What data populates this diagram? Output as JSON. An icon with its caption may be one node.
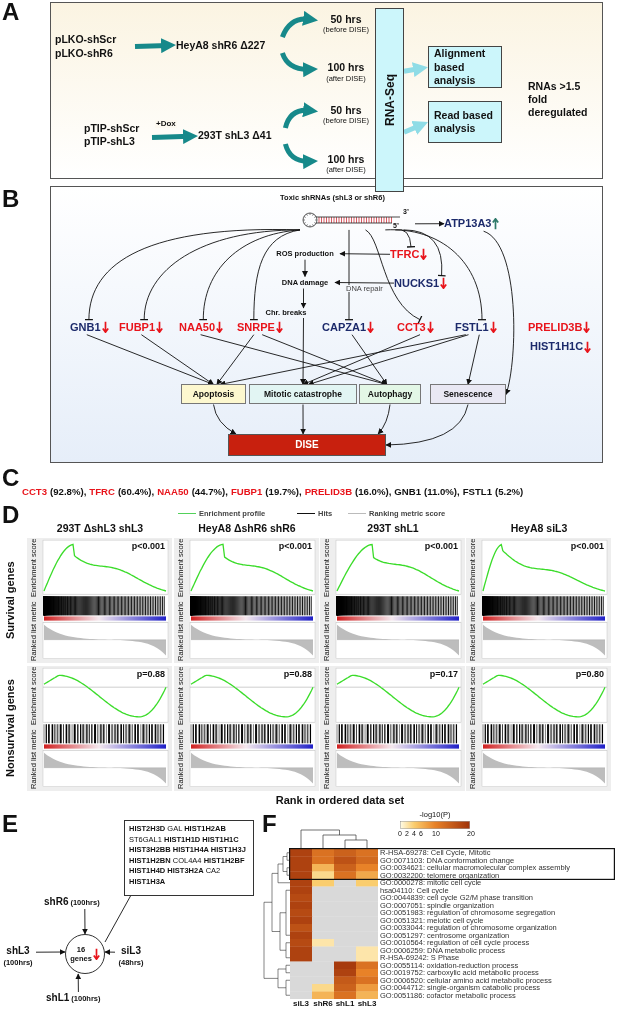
{
  "diagram": {
    "nodes": [
      {
        "text": [],
        "shape": "box"
      },
      {
        "text": [
          "pLKO-shScr pLKO-shR6"
        ],
        "in": 0
      },
      {
        "text": [
          "HeyA8 shR6 Δ227"
        ],
        "in": 0
      },
      {
        "text": [
          "50 hrs"
        ],
        "beside": [
          "(before DISE)"
        ],
        "in": 0
      },
      {
        "text": [
          "100 hrs"
        ],
        "beside": [
          "(after DISE)"
        ],
        "in": 0
      },
      {
        "text": [
          "pTIP-shScr pTIP-shL3"
        ],
        "in": 0
      },
      {
        "text": [
          "293T shL3 Δ41"
        ],
        "in": 0
      },
      {
        "text": [
          "50 hrs"
        ],
        "beside": [
          "(before DISE)"
        ],
        "in": 0
      },
      {
        "text": [
          "100 hrs"
        ],
        "beside": [
          "(after DISE)"
        ],
        "in": 0
      },
      {
        "text": [
          "RNA-Seq"
        ],
        "in": 0
      },
      {
        "text": [
          "Alignment based analysis"
        ],
        "in": 0
      },
      {
        "text": [
          "Read based analysis"
        ],
        "in": 0
      },
      {
        "text": [],
        "shape": "box"
      },
      {
        "text": [
          "Toxic shRNAs (shL3 or shR6)",
          "3’",
          "5’"
        ],
        "in": 12
      },
      {
        "text": [
          "ATP13A3"
        ],
        "in": 12
      },
      {
        "text": [
          "ROS production"
        ],
        "in": 12
      },
      {
        "text": [
          "TFRC"
        ],
        "in": 12
      },
      {
        "text": [
          "DNA damage"
        ],
        "in": 12
      },
      {
        "text": [
          "NUCKS1"
        ],
        "in": 12
      },
      {
        "text": [
          "Chr. breaks"
        ],
        "in": 12
      },
      {
        "text": [
          "GNB1"
        ],
        "in": 12
      },
      {
        "text": [
          "FUBP1"
        ],
        "in": 12
      },
      {
        "text": [
          "NAA50"
        ],
        "in": 12
      },
      {
        "text": [
          "SNRPE"
        ],
        "in": 12
      },
      {
        "text": [
          "CAPZA1"
        ],
        "in": 12
      },
      {
        "text": [
          "CCT3"
        ],
        "in": 12
      },
      {
        "text": [
          "FSTL1"
        ],
        "in": 12
      },
      {
        "text": [
          "PRELID3B"
        ],
        "in": 12
      },
      {
        "text": [
          "HIST1H1C"
        ],
        "in": 12
      },
      {
        "text": [
          "Apoptosis"
        ],
        "in": 12
      },
      {
        "text": [
          "Mitotic catastrophe"
        ],
        "in": 12
      },
      {
        "text": [
          "Autophagy"
        ],
        "in": 12
      },
      {
        "text": [
          "Senescence"
        ],
        "in": 12
      },
      {
        "text": [
          "DISE"
        ],
        "in": 12
      },
      {
        "text": [
          "16 genes"
        ]
      },
      {
        "text": [
          "shR6"
        ],
        "beside": [
          "(100hrs)"
        ]
      },
      {
        "text": [
          "shL3"
        ],
        "beside": [
          "(100hrs)"
        ]
      },
      {
        "text": [
          "siL3"
        ],
        "beside": [
          "(48hrs)"
        ]
      },
      {
        "text": [
          "shL1"
        ],
        "beside": [
          "(100hrs)"
        ]
      },
      {
        "text": [
          "**HIST2H3D** GAL **HIST1H2AB** ST6GAL1 **HIST1H1D HIST1H1C HIST3H2BB HIST1H4A HIST1H3J HIST1H2BN** COL4A4 **HIST1H2BF HIST1H4D HIST3H2A** CA2 **HIST1H3A**"
        ]
      }
    ],
    "edges": [
      {
        "from": 1,
        "to": 2,
        "arrow": "to",
        "style": "thick",
        "color": "#17898a"
      },
      {
        "from": 2,
        "to": 3,
        "arrow": "to",
        "style": "thick",
        "color": "#17898a"
      },
      {
        "from": 2,
        "to": 4,
        "arrow": "to",
        "style": "thick",
        "color": "#17898a"
      },
      {
        "from": 5,
        "to": 6,
        "arrow": "to",
        "style": "thick",
        "color": "#17898a",
        "label": "+Dox"
      },
      {
        "from": 6,
        "to": 7,
        "arrow": "to",
        "style": "thick",
        "color": "#17898a"
      },
      {
        "from": 6,
        "to": 8,
        "arrow": "to",
        "style": "thick",
        "color": "#17898a"
      },
      {
        "from": 9,
        "to": 10,
        "arrow": "to",
        "style": "thick",
        "color": "#8fdce6"
      },
      {
        "from": 9,
        "to": 11,
        "arrow": "to",
        "style": "thick",
        "color": "#8fdce6"
      },
      {
        "from": 13,
        "to": 14,
        "arrow": "to"
      },
      {
        "from": 13,
        "to": 20,
        "arrow": "other"
      },
      {
        "from": 13,
        "to": 21,
        "arrow": "other"
      },
      {
        "from": 13,
        "to": 22,
        "arrow": "other"
      },
      {
        "from": 13,
        "to": 23,
        "arrow": "other"
      },
      {
        "from": 13,
        "to": 24,
        "arrow": "other"
      },
      {
        "from": 13,
        "to": 25,
        "arrow": "other"
      },
      {
        "from": 13,
        "to": 26,
        "arrow": "other"
      },
      {
        "from": 13,
        "to": 16,
        "arrow": "other"
      },
      {
        "from": 13,
        "to": 18,
        "arrow": "other"
      },
      {
        "from": 16,
        "to": 15,
        "arrow": "to"
      },
      {
        "from": 15,
        "to": 17,
        "arrow": "to"
      },
      {
        "from": 18,
        "to": 17,
        "arrow": "to",
        "label": "DNA repair"
      },
      {
        "from": 17,
        "to": 19,
        "arrow": "to"
      },
      {
        "from": 19,
        "to": 30,
        "arrow": "to"
      },
      {
        "from": 20,
        "to": 29,
        "arrow": "to"
      },
      {
        "from": 21,
        "to": 29,
        "arrow": "to"
      },
      {
        "from": 22,
        "to": 31,
        "arrow": "to"
      },
      {
        "from": 23,
        "to": 29,
        "arrow": "to"
      },
      {
        "from": 23,
        "to": 31,
        "arrow": "to"
      },
      {
        "from": 24,
        "to": 31,
        "arrow": "to"
      },
      {
        "from": 25,
        "to": 30,
        "arrow": "to"
      },
      {
        "from": 26,
        "to": 29,
        "arrow": "to"
      },
      {
        "from": 26,
        "to": 30,
        "arrow": "to"
      },
      {
        "from": 26,
        "to": 32,
        "arrow": "to"
      },
      {
        "from": 14,
        "to": 32,
        "arrow": "to"
      },
      {
        "from": 29,
        "to": 33,
        "arrow": "to"
      },
      {
        "from": 30,
        "to": 33,
        "arrow": "to"
      },
      {
        "from": 31,
        "to": 33,
        "arrow": "to"
      },
      {
        "from": 32,
        "to": 33,
        "arrow": "to"
      },
      {
        "from": 35,
        "to": 34,
        "arrow": "to"
      },
      {
        "from": 36,
        "to": 34,
        "arrow": "to"
      },
      {
        "from": 37,
        "to": 34,
        "arrow": "to"
      },
      {
        "from": 38,
        "to": 34,
        "arrow": "to"
      },
      {
        "from": 39,
        "to": 34,
        "arrow": "none"
      }
    ],
    "labels": [
      "A",
      "RNAs >1.5 fold deregulated",
      "B",
      "C",
      "CCT3",
      "(92.8%),",
      "TFRC",
      "(60.4%),",
      "NAA50",
      "(44.7%),",
      "FUBP1",
      "(19.7%),",
      "PRELID3B",
      "(16.0%),",
      "GNB1",
      "(11.0%),",
      "FSTL1",
      "(5.2%)",
      "D",
      "293T ΔshL3 shL3",
      "HeyA8 ΔshR6 shR6",
      "293T shL1",
      "HeyA8 siL3",
      "Survival genes",
      "Enrichment score",
      "Ranked list metric",
      "p<0.001",
      "Enrichment score",
      "Ranked list metric",
      "p<0.001",
      "Enrichment score",
      "Ranked list metric",
      "p<0.001",
      "Enrichment score",
      "Ranked list metric",
      "p<0.001",
      "Nonsurvival genes",
      "Enrichment score",
      "Ranked list metric",
      "p=0.88",
      "Enrichment score",
      "Ranked list metric",
      "p=0.88",
      "Enrichment score",
      "Ranked list metric",
      "p=0.17",
      "Enrichment score",
      "Ranked list metric",
      "p=0.80",
      "Rank in ordered data set",
      "E",
      "F",
      "-log10(P)",
      "0",
      "2",
      "4",
      "6",
      "10",
      "20",
      "R-HSA-69278: Cell Cycle, Mitotic",
      "GO:0071103: DNA conformation change",
      "GO:0034621: cellular macromolecular complex assembly",
      "GO:0032200: telomere organization",
      "GO:0000278: mitotic cell cycle",
      "hsa04110: Cell cycle",
      "GO:0044839: cell cycle G2/M phase transition",
      "GO:0007051: spindle organization",
      "GO:0051983: regulation of chromosome segregation",
      "GO:0051321: meiotic cell cycle",
      "GO:0033044: regulation of chromosome organization",
      "GO:0051297: centrosome organization",
      "GO:0010564: regulation of cell cycle process",
      "GO:0006259: DNA metabolic process",
      "R-HSA-69242: S Phase",
      "GO:0055114: oxidation-reduction process",
      "GO:0019752: carboxylic acid metabolic process",
      "GO:0006520: cellular amino acid metabolic process",
      "GO:0044712: single-organism catabolic process",
      "GO:0051186: cofactor metabolic process",
      "siL3",
      "shR6",
      "shL1",
      "shL3"
    ],
    "legend": [
      {
        "text": "Enrichment profile"
      },
      {
        "text": "Hits"
      },
      {
        "text": "Ranking metric score"
      }
    ]
  }
}
